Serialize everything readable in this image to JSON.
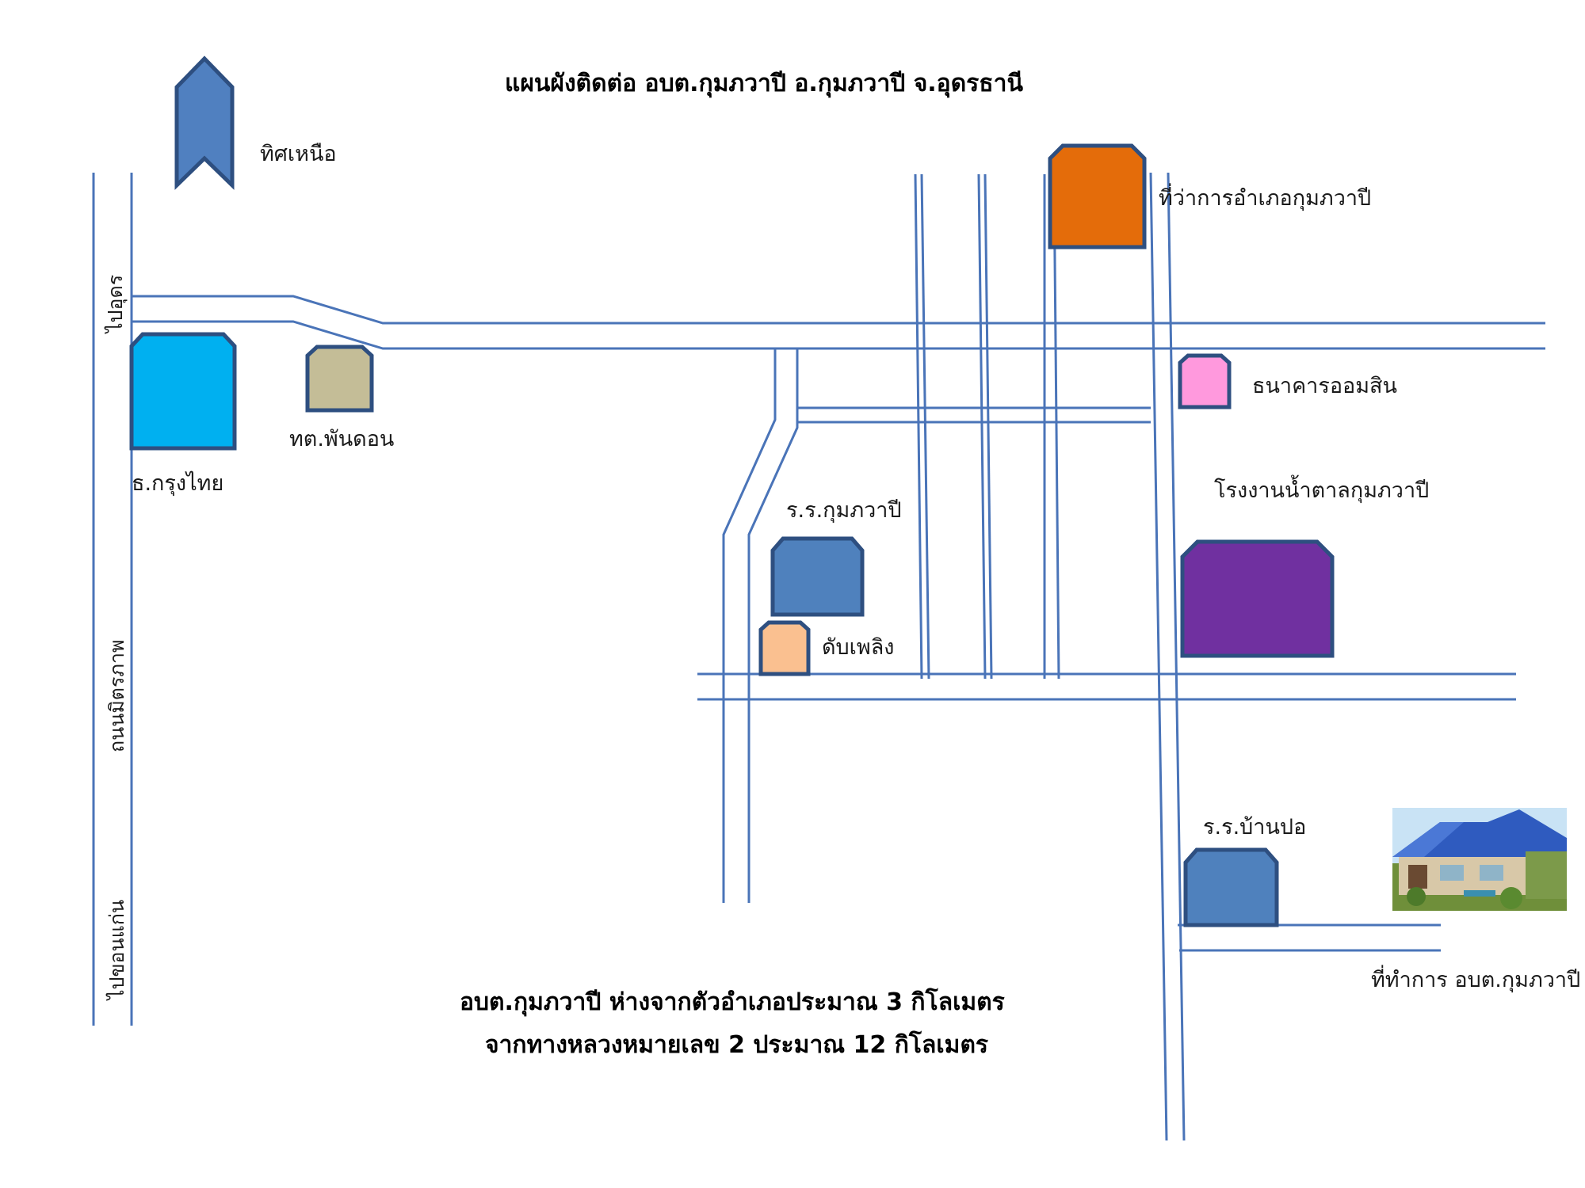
{
  "title": "แผนผังติดต่อ อบต.กุมภวาปี อ.กุมภวาปี จ.อุดรธานี",
  "north_label": "ทิศเหนือ",
  "road_labels": {
    "to_udon": "ไปอุดร",
    "mittraphap": "ถนนมิตรภาพ",
    "to_khonkaen": "ไปขอนแก่น"
  },
  "places": {
    "krungthai": "ธ.กรุงไทย",
    "phandon": "ทต.พันดอน",
    "district_office": "ที่ว่าการอำเภอกุมภวาปี",
    "gsb": "ธนาคารออมสิน",
    "sugar_factory": "โรงงานน้ำตาลกุมภวาปี",
    "school_kumphawapi": "ร.ร.กุมภวาปี",
    "fire_station": "ดับเพลิง",
    "school_banpo": "ร.ร.บ้านปอ",
    "sao_office": "ที่ทำการ อบต.กุมภวาปี"
  },
  "notes": {
    "line1": "อบต.กุมภวาปี ห่างจากตัวอำเภอประมาณ 3 กิโลเมตร",
    "line2": "จากทางหลวงหมายเลข 2 ประมาณ 12 กิโลเมตร"
  },
  "colors": {
    "road": "#4a74b8",
    "building_outline": "#2e4f80",
    "north_arrow": "#5080c0",
    "krungthai": "#00b0f0",
    "phandon": "#c4bd97",
    "district_office": "#e46c0a",
    "gsb": "#ff99dd",
    "sugar_factory": "#7030a0",
    "school": "#4f81bd",
    "fire_station": "#fac090"
  }
}
